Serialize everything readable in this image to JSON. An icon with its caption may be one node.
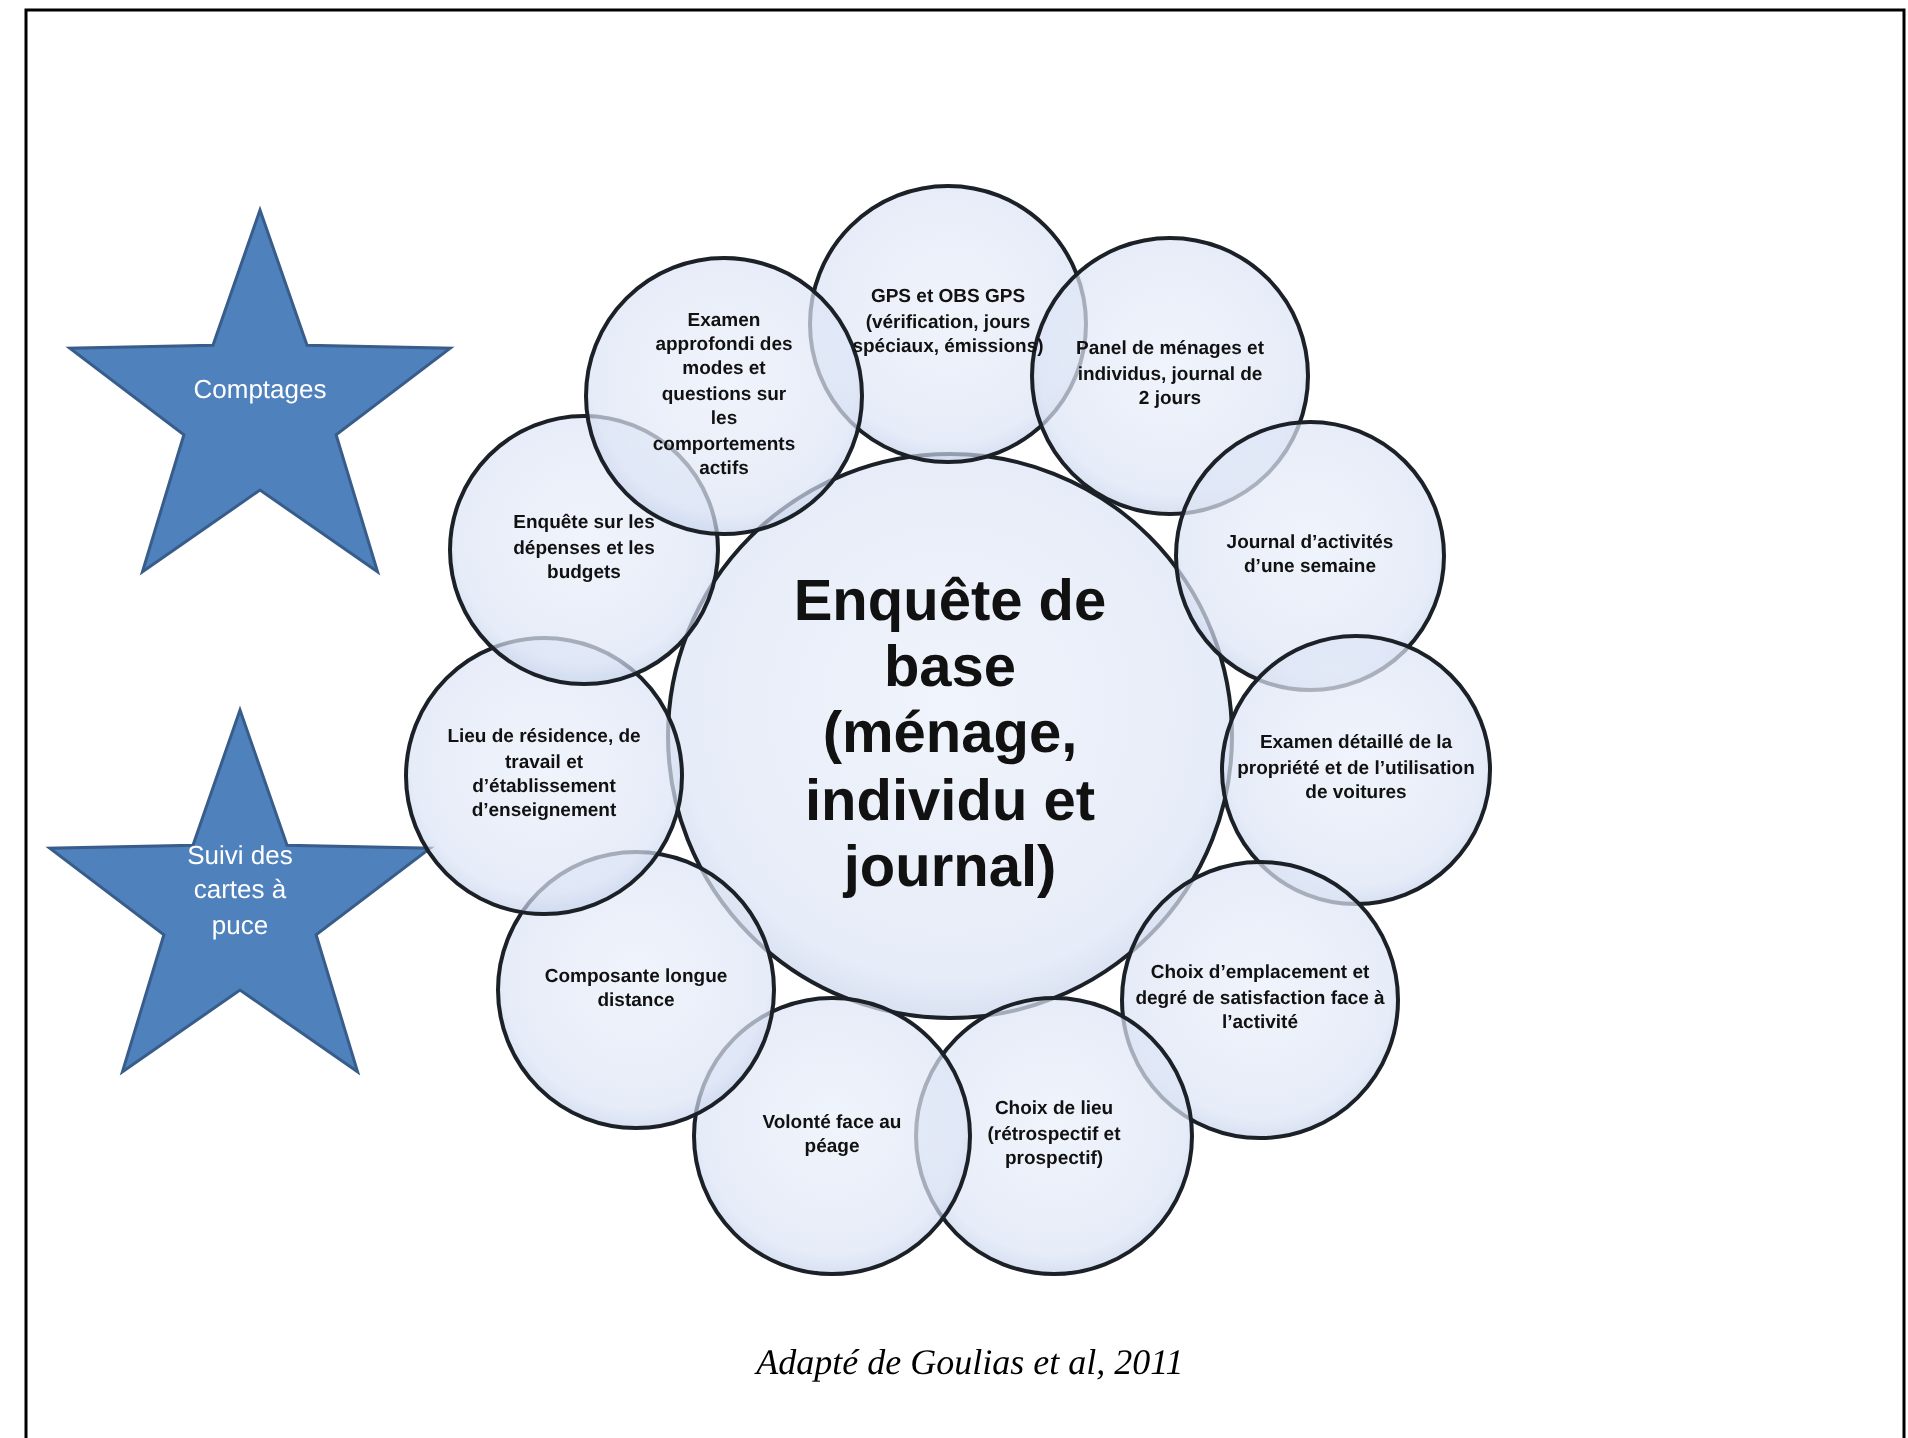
{
  "diagram": {
    "caption": "Adapté de Goulias et al, 2011",
    "nodes": [
      {
        "text": [
          "Comptages"
        ]
      },
      {
        "text": [
          "Suivi des cartes à puce"
        ]
      },
      {
        "text": [
          "Enquête de base (ménage, individu et journal)"
        ]
      },
      {
        "text": [
          "GPS et OBS GPS (vérification, jours spéciaux, émissions)"
        ]
      },
      {
        "text": [
          "Panel de ménages et individus, journal de 2 jours"
        ]
      },
      {
        "text": [
          "Journal d’activités d’une semaine"
        ]
      },
      {
        "text": [
          "Examen détaillé de la propriété et de l’utilisation de voitures"
        ]
      },
      {
        "text": [
          "Choix d’emplacement et degré de satisfaction face à l’activité"
        ]
      },
      {
        "text": [
          "Choix de lieu (rétrospectif et prospectif)"
        ]
      },
      {
        "text": [
          "Volonté face au péage"
        ]
      },
      {
        "text": [
          "Composante longue distance"
        ]
      },
      {
        "text": [
          "Lieu de résidence, de travail et d’établissement d’enseignement"
        ]
      },
      {
        "text": [
          "Enquête sur les dépenses et les budgets"
        ]
      },
      {
        "text": [
          "Examen approfondi des modes et questions sur les comportements actifs"
        ]
      }
    ],
    "edges": []
  }
}
